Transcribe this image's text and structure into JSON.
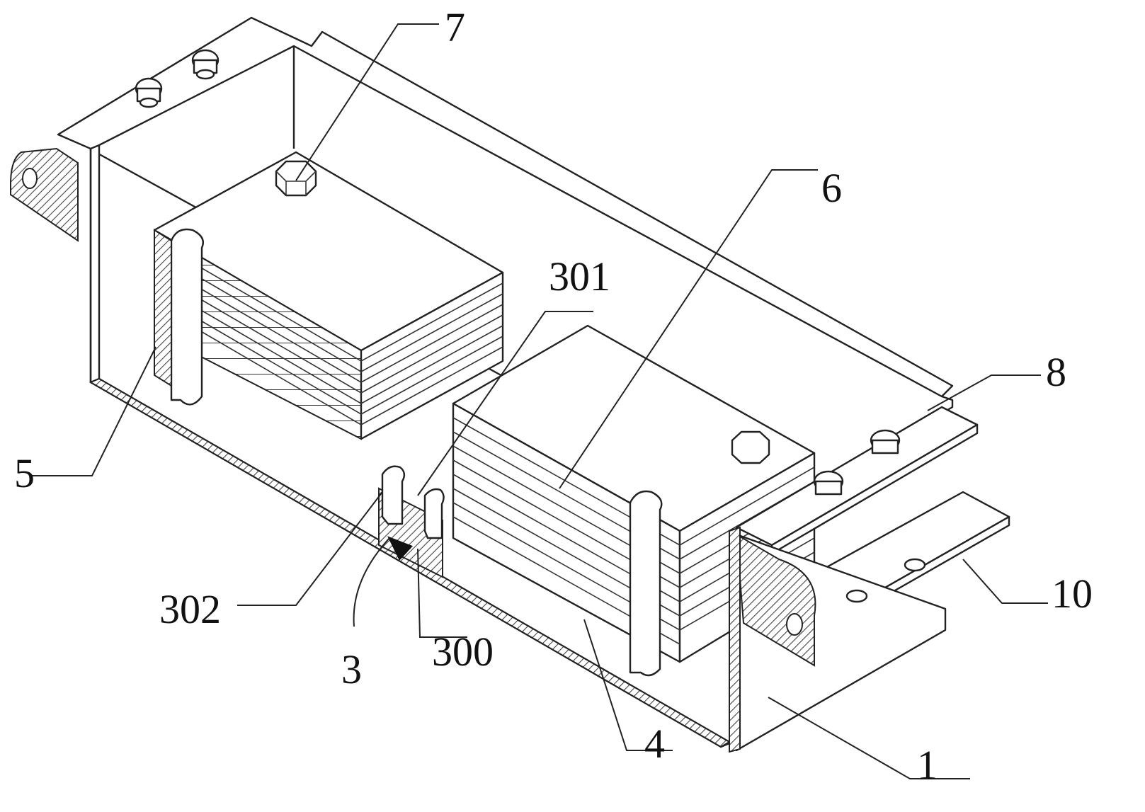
{
  "figure": {
    "description": "Isometric cutaway drawing of a channel housing with two stacked laminated blocks, bolts, mounting brackets and a central clamp",
    "labels": {
      "l1": "1",
      "l3": "3",
      "l4": "4",
      "l5": "5",
      "l6": "6",
      "l7": "7",
      "l8": "8",
      "l10": "10",
      "l300": "300",
      "l301": "301",
      "l302": "302"
    }
  }
}
